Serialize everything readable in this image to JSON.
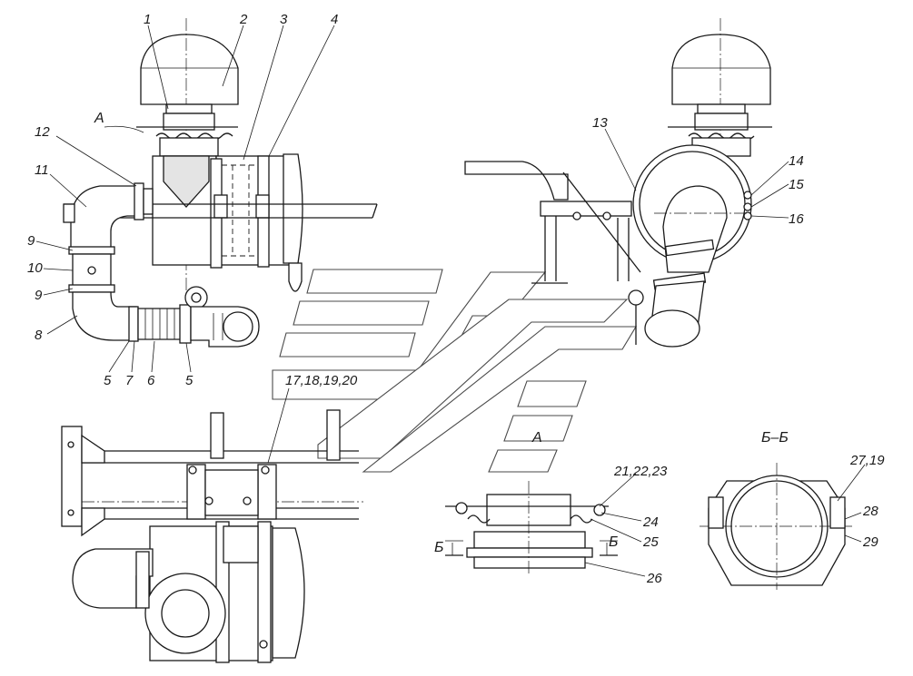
{
  "labels": {
    "l1": "1",
    "l2": "2",
    "l3": "3",
    "l4": "4",
    "l5a": "5",
    "l5b": "5",
    "l6": "6",
    "l7": "7",
    "l8": "8",
    "l9a": "9",
    "l9b": "9",
    "l10": "10",
    "l11": "11",
    "l12": "12",
    "l13": "13",
    "l14": "14",
    "l15": "15",
    "l16": "16",
    "l17": "17,18,19,20",
    "l21": "21,22,23",
    "l24": "24",
    "l25": "25",
    "l26": "26",
    "l27": "27,19",
    "l28": "28",
    "l29": "29"
  },
  "view_labels": {
    "view_a_arrow": "A",
    "view_a_title": "A",
    "section_title": "Б–Б",
    "section_mark_left": "Б",
    "section_mark_right": "Б"
  }
}
